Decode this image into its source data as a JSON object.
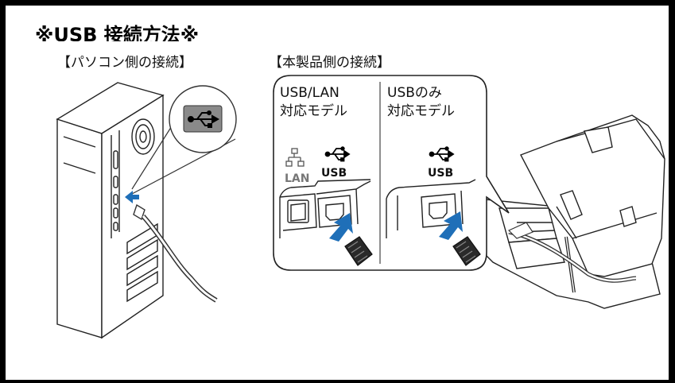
{
  "title": "※USB 接続方法※",
  "pc_label": "【パソコン側の接続】",
  "device_label": "【本製品側の接続】",
  "panel_left": {
    "line1": "USB/LAN",
    "line2": "対応モデル",
    "lan_text": "LAN",
    "usb_text": "USB"
  },
  "panel_right": {
    "line1": "USBのみ",
    "line2": "対応モデル",
    "usb_text": "USB"
  },
  "colors": {
    "frame": "#000000",
    "arrow_blue": "#1f6fb8",
    "usb_badge_bg": "#8a8a8a",
    "line": "#222222"
  },
  "icons": {
    "usb": "usb-symbol-icon",
    "lan": "lan-network-icon"
  }
}
